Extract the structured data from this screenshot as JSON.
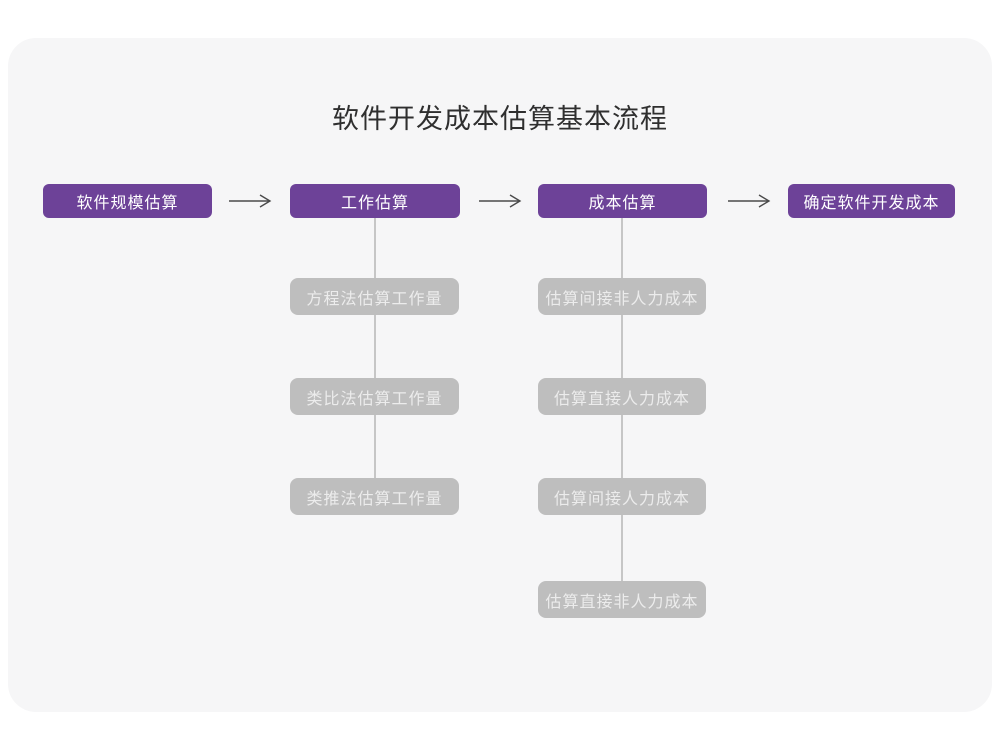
{
  "title": "软件开发成本估算基本流程",
  "colors": {
    "page_bg": "#ffffff",
    "card_bg": "#f6f6f7",
    "stage_bg": "#6d4298",
    "stage_text": "#ffffff",
    "substep_bg": "#bebebe",
    "substep_text": "#ececec",
    "arrow": "#4a4a4a",
    "connector": "#c6c6c6",
    "title_text": "#2f2f2f"
  },
  "flow": {
    "stages": [
      {
        "label": "软件规模估算",
        "children": []
      },
      {
        "label": "工作估算",
        "children": [
          "方程法估算工作量",
          "类比法估算工作量",
          "类推法估算工作量"
        ]
      },
      {
        "label": "成本估算",
        "children": [
          "估算间接非人力成本",
          "估算直接人力成本",
          "估算间接人力成本",
          "估算直接非人力成本"
        ]
      },
      {
        "label": "确定软件开发成本",
        "children": []
      }
    ]
  }
}
